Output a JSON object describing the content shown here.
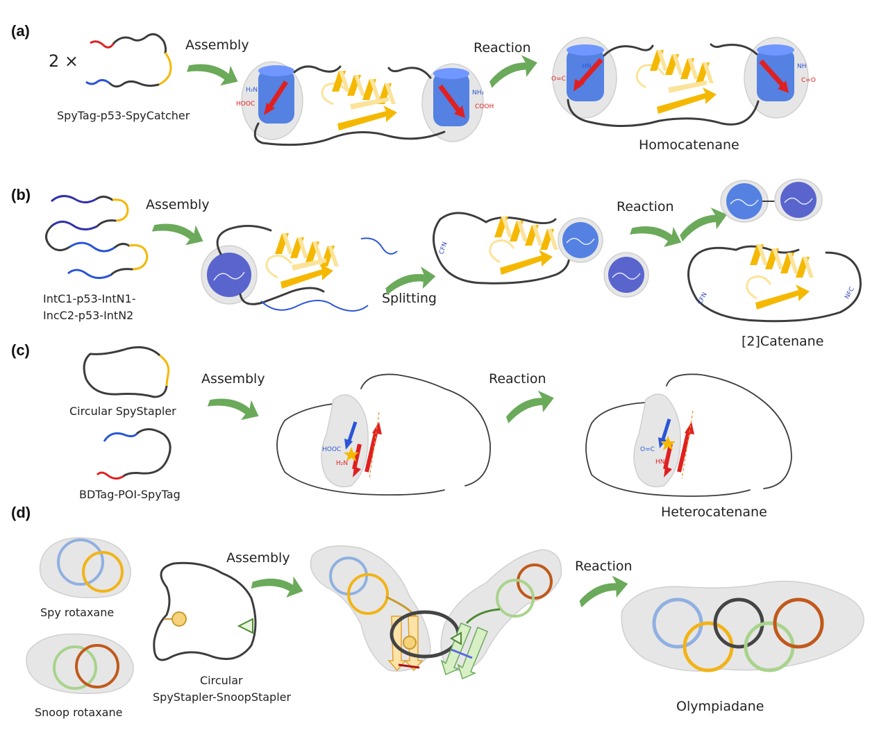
{
  "panels": [
    {
      "id": "a",
      "label": "(a)"
    },
    {
      "id": "b",
      "label": "(b)"
    },
    {
      "id": "c",
      "label": "(c)"
    },
    {
      "id": "d",
      "label": "(d)"
    }
  ],
  "a": {
    "multiplier": "2 ×",
    "precursor": "SpyTag-p53-SpyCatcher",
    "step1": "Assembly",
    "step2": "Reaction",
    "product": "Homocatenane",
    "termini": {
      "h2n": "H₂N",
      "hooc": "HOOC",
      "nh2": "NH₂",
      "cooh": "COOH",
      "hn": "HN",
      "oc": "O=C",
      "nh": "NH",
      "co": "C=O"
    }
  },
  "b": {
    "precursor_line1": "IntC1-p53-IntN1-",
    "precursor_line2": "IncC2-p53-IntN2",
    "step1": "Assembly",
    "step2": "Splitting",
    "step3": "Reaction",
    "product": "[2]Catenane",
    "cfn": "CFN",
    "nfc": "NFC"
  },
  "c": {
    "precursor1": "Circular SpyStapler",
    "precursor2": "BDTag-POI-SpyTag",
    "step1": "Assembly",
    "step2": "Reaction",
    "product": "Heterocatenane",
    "termini": {
      "hooc": "HOOC",
      "h2n": "H₂N",
      "oc": "O=C",
      "hn": "HN"
    }
  },
  "d": {
    "rotaxane1": "Spy rotaxane",
    "rotaxane2": "Snoop rotaxane",
    "precursor_line1": "Circular",
    "precursor_line2": "SpyStapler-SnoopStapler",
    "step1": "Assembly",
    "step2": "Reaction",
    "product": "Olympiadane"
  },
  "colors": {
    "chain": "#3c3c3c",
    "tag_red": "#e02020",
    "tag_blue": "#2a55d6",
    "catcher_yellow": "#f5b800",
    "arrow_green": "#6aaa5a",
    "ring_blue": "#8fb0e0",
    "ring_yellow": "#f2b318",
    "ring_black": "#444444",
    "ring_green": "#a9d38c",
    "ring_brown": "#c0591a"
  }
}
